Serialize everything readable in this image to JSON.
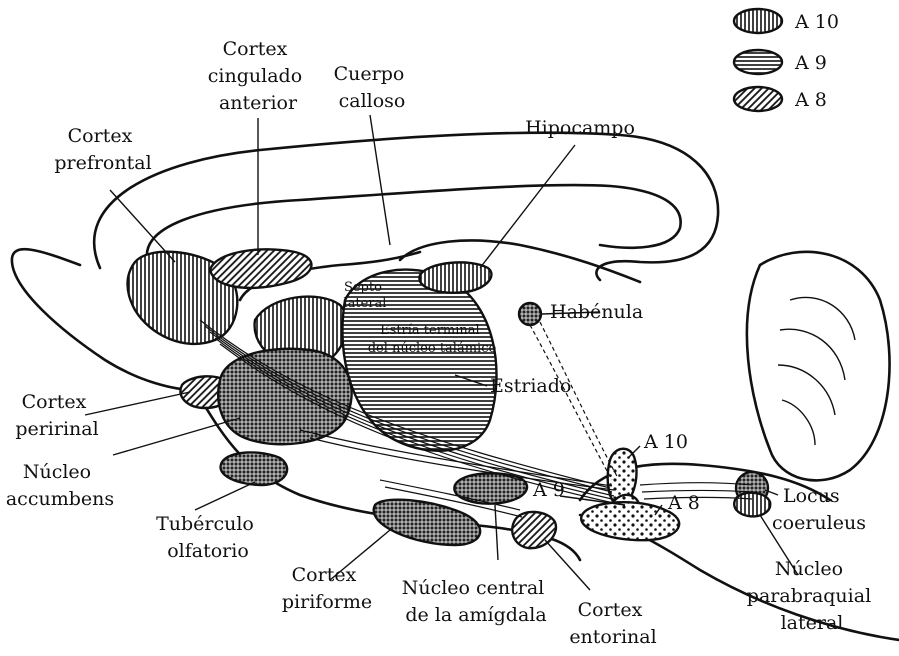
{
  "legend": {
    "items": [
      {
        "label": "A 10",
        "pattern": "vertical-stripes"
      },
      {
        "label": "A 9",
        "pattern": "horizontal-stripes"
      },
      {
        "label": "A 8",
        "pattern": "diagonal-stripes"
      }
    ]
  },
  "labels": {
    "cortex_cingulado_anterior": [
      "Cortex",
      "cingulado",
      "anterior"
    ],
    "cuerpo_calloso": [
      "Cuerpo",
      "calloso"
    ],
    "cortex_prefrontal": [
      "Cortex",
      "prefrontal"
    ],
    "hipocampo": "Hipocampo",
    "septo_lateral": [
      "Septo",
      "lateral"
    ],
    "habenula": "Habénula",
    "estria_terminal": [
      "Estría terminal",
      "del núcleo talámico"
    ],
    "estriado": "Estriado",
    "cortex_peririnal": [
      "Cortex",
      "peririnal"
    ],
    "nucleo_accumbens": [
      "Núcleo",
      "accumbens"
    ],
    "a10": "A 10",
    "a9": "A 9",
    "a8": "A 8",
    "locus_coeruleus": [
      "Locus",
      "coeruleus"
    ],
    "tuberculo_olfatorio": [
      "Tubérculo",
      "olfatorio"
    ],
    "cortex_piriforme": [
      "Cortex",
      "piriforme"
    ],
    "nucleo_central_amigdala": [
      "Núcleo central",
      "de la amígdala"
    ],
    "cortex_entorinal": [
      "Cortex",
      "entorinal"
    ],
    "nucleo_parabraquial_lateral": [
      "Núcleo",
      "parabraquial",
      "lateral"
    ]
  }
}
